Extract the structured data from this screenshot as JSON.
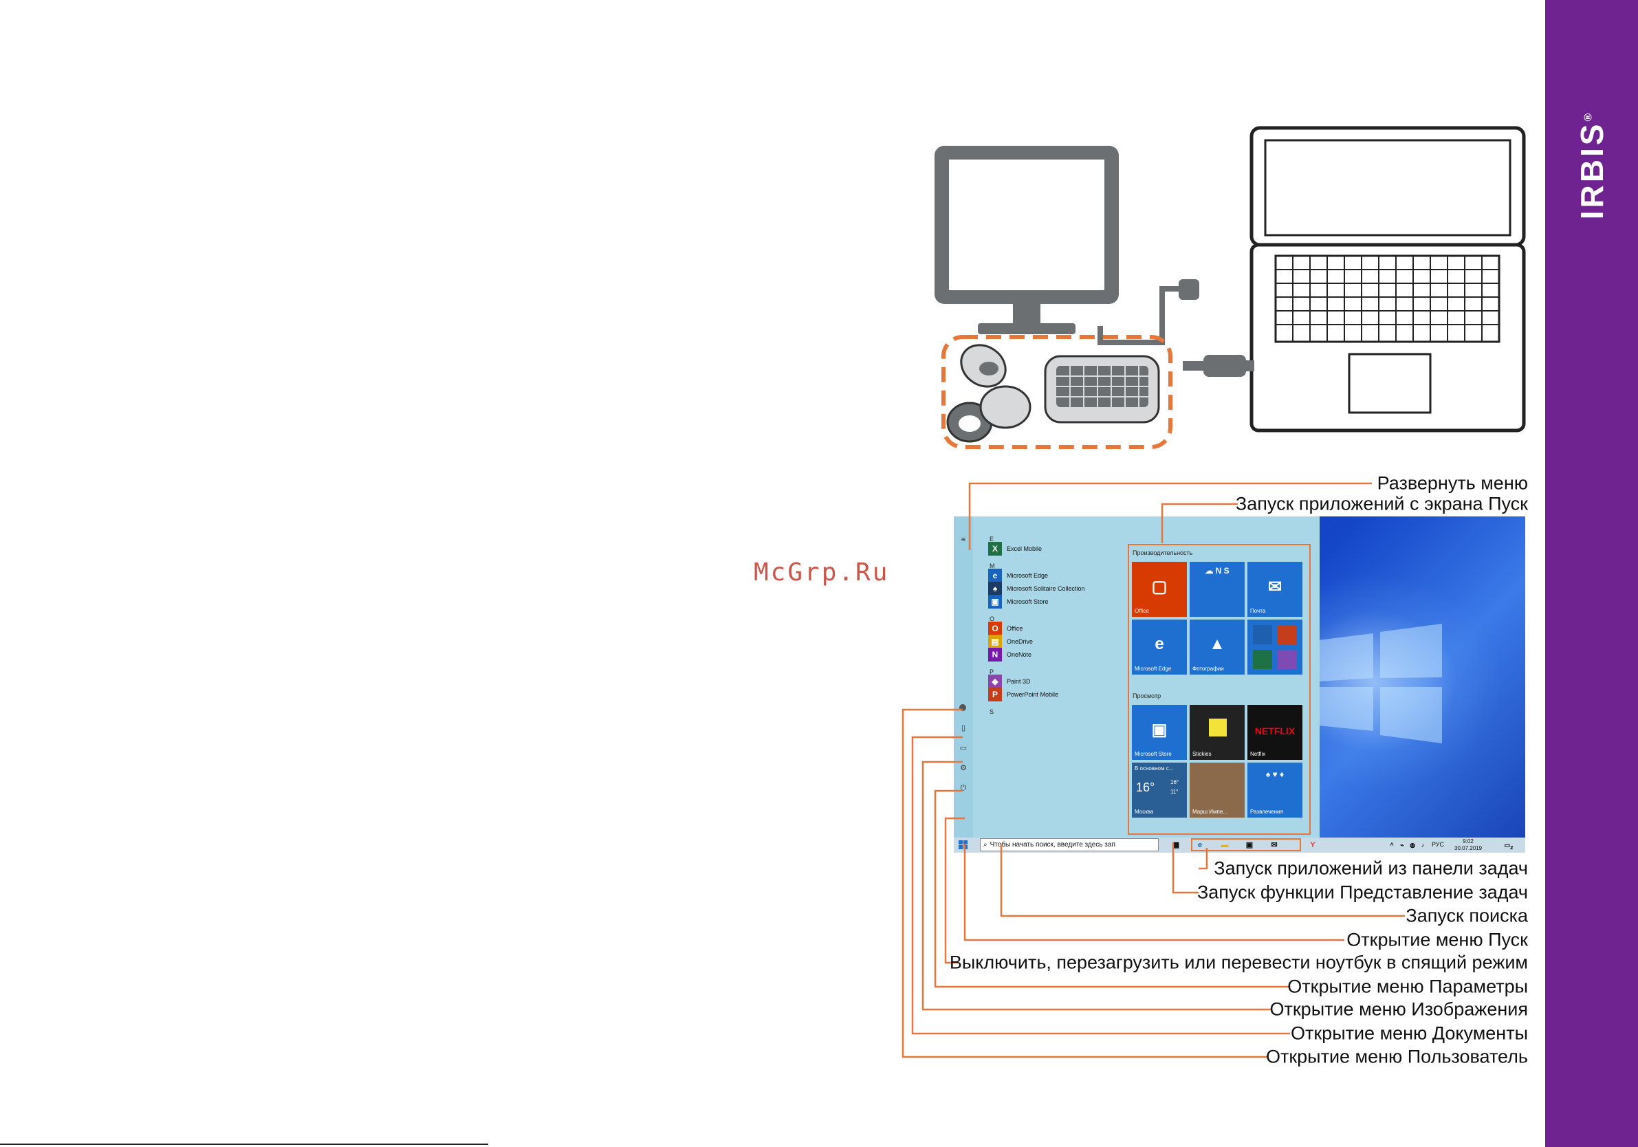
{
  "brand": {
    "name": "IRBIS",
    "mark": "®",
    "color": "#6e2391"
  },
  "watermark": "McGrp.Ru",
  "accent_color": "#e6773a",
  "illustration": {
    "icons": [
      "monitor-icon",
      "laptop-icon",
      "mouse-icon",
      "keyboard-icon",
      "usb-receiver-icon"
    ]
  },
  "callouts": {
    "expand_menu": "Развернуть меню",
    "start_apps": "Запуск приложений с экрана Пуск",
    "taskbar_apps": "Запуск приложений из панели задач",
    "task_view": "Запуск функции Представление задач",
    "search": "Запуск поиска",
    "start_menu": "Открытие меню Пуск",
    "power": "Выключить, перезагрузить или перевести ноутбук в спящий режим",
    "settings": "Открытие меню Параметры",
    "pictures": "Открытие меню Изображения",
    "documents": "Открытие меню Документы",
    "user": "Открытие меню Пользователь"
  },
  "start_menu": {
    "letters": {
      "e": "E",
      "m": "M",
      "o": "O",
      "p": "P",
      "s": "S"
    },
    "apps": [
      {
        "label": "Excel Mobile",
        "color": "#1e7145",
        "glyph": "X"
      },
      {
        "label": "Microsoft Edge",
        "color": "#1565c0",
        "glyph": "e"
      },
      {
        "label": "Microsoft Solitaire Collection",
        "color": "#1b3a66",
        "glyph": "♠"
      },
      {
        "label": "Microsoft Store",
        "color": "#1565c0",
        "glyph": "▣"
      },
      {
        "label": "Office",
        "color": "#d83b01",
        "glyph": "O"
      },
      {
        "label": "OneDrive",
        "color": "#d9a400",
        "glyph": "▤"
      },
      {
        "label": "OneNote",
        "color": "#7719aa",
        "glyph": "N"
      },
      {
        "label": "Paint 3D",
        "color": "#8e44ad",
        "glyph": "◆"
      },
      {
        "label": "PowerPoint Mobile",
        "color": "#c43e1c",
        "glyph": "P"
      }
    ],
    "groups": {
      "productivity": "Производительность",
      "explore": "Просмотр"
    },
    "tiles": {
      "office": "Office",
      "mail": "Почта",
      "edge": "Microsoft Edge",
      "photos": "Фотографии",
      "store": "Microsoft Store",
      "stickies": "Stickies",
      "netflix": "Netflix",
      "netflix_logo": "NETFLIX",
      "weather_head": "В основном с...",
      "weather_temp": "16°",
      "weather_hi": "16°",
      "weather_lo": "11°",
      "weather_city": "Москва",
      "news": "Марш Импе...",
      "entertainment": "Развлечения"
    }
  },
  "taskbar": {
    "search_placeholder": "Чтобы начать поиск, введите здесь зап",
    "lang": "РУС",
    "time": "9:02",
    "date": "30.07.2019",
    "notifications": "2"
  }
}
